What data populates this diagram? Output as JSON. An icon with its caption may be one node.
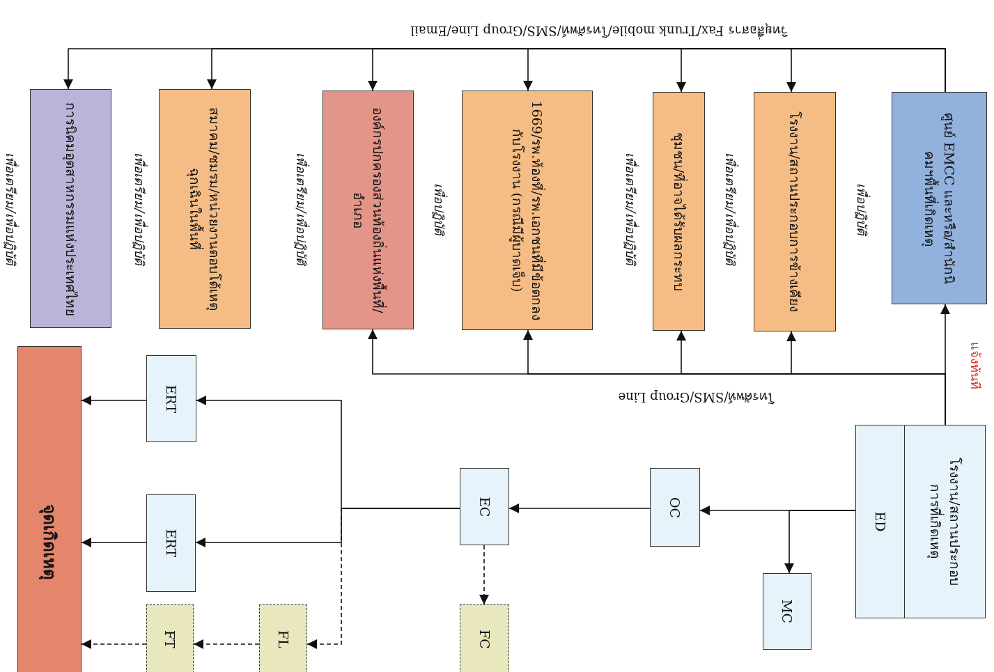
{
  "diagram": {
    "nodes": [
      {
        "text": [
          "ศูนย์ EMCC และหรือ/สำนักนิคมฯพื้นที่เกิดเหตุ"
        ],
        "beside": [
          "เพื่อปฏิบัติ"
        ]
      },
      {
        "text": [
          "โรงงาน/สถานประกอบการข้างเคียง"
        ],
        "beside": [
          "เพื่อเตรียม/เพื่อปฏิบัติ"
        ]
      },
      {
        "text": [
          "ชุมชน/ที่อาจได้รับผลกระทบ"
        ],
        "beside": [
          "เพื่อเตรียม/เพื่อปฏิบัติ"
        ]
      },
      {
        "text": [
          "1669/รพ.ท้องที่/รพ.เอกชนที่มีข้อตกลงกับโรงงาน (กรณีมีผู้บาดเจ็บ)"
        ],
        "beside": [
          "เพื่อปฏิบัติ"
        ]
      },
      {
        "text": [
          "องค์กรปกครองส่วนท้องถิ่นแห่งพื้นที่/อำเภอ"
        ],
        "beside": [
          "เพื่อเตรียม/เพื่อปฏิบัติ"
        ]
      },
      {
        "text": [
          "สมาคม/ชมรม/หน่วยงานตอบโต้เหตุฉุกเฉินในพื้นที่"
        ],
        "beside": [
          "เพื่อเตรียม/เพื่อปฏิบัติ"
        ]
      },
      {
        "text": [
          "การนิคมอุตสาหกรรมแห่งประเทศไทย"
        ],
        "beside": [
          "เพื่อเตรียม/เพื่อปฏิบัติ"
        ]
      },
      {
        "text": [
          "โรงงาน/สถานประกอบการที่เกิดเหตุ",
          "ED"
        ]
      },
      {
        "text": [
          "MC"
        ]
      },
      {
        "text": [
          "OC"
        ]
      },
      {
        "text": [
          "EC"
        ]
      },
      {
        "text": [
          "FC"
        ]
      },
      {
        "text": [
          "ERT"
        ]
      },
      {
        "text": [
          "ERT"
        ]
      },
      {
        "text": [
          "FL"
        ]
      },
      {
        "text": [
          "FT"
        ]
      },
      {
        "text": [
          "จุดเกิดเหตุ"
        ]
      }
    ],
    "edges": [
      {
        "from": 0,
        "to": 1,
        "arrow": "to"
      },
      {
        "from": 0,
        "to": 2,
        "arrow": "to"
      },
      {
        "from": 0,
        "to": 3,
        "arrow": "to"
      },
      {
        "from": 0,
        "to": 4,
        "arrow": "to"
      },
      {
        "from": 0,
        "to": 5,
        "arrow": "to"
      },
      {
        "from": 0,
        "to": 6,
        "arrow": "to"
      },
      {
        "from": 7,
        "to": 0,
        "arrow": "to",
        "label": "แจ้งทันที"
      },
      {
        "from": 7,
        "to": 1,
        "arrow": "to"
      },
      {
        "from": 7,
        "to": 2,
        "arrow": "to"
      },
      {
        "from": 7,
        "to": 3,
        "arrow": "to"
      },
      {
        "from": 7,
        "to": 4,
        "arrow": "to"
      },
      {
        "from": 7,
        "to": 8,
        "arrow": "to"
      },
      {
        "from": 7,
        "to": 9,
        "arrow": "to"
      },
      {
        "from": 9,
        "to": 10,
        "arrow": "to"
      },
      {
        "from": 10,
        "to": 11,
        "arrow": "to",
        "style": "dashed"
      },
      {
        "from": 10,
        "to": 12,
        "arrow": "to"
      },
      {
        "from": 10,
        "to": 13,
        "arrow": "to"
      },
      {
        "from": 10,
        "to": 14,
        "arrow": "to",
        "style": "dashed"
      },
      {
        "from": 12,
        "to": 16,
        "arrow": "to"
      },
      {
        "from": 13,
        "to": 16,
        "arrow": "to"
      },
      {
        "from": 14,
        "to": 15,
        "arrow": "to",
        "style": "dashed"
      },
      {
        "from": 15,
        "to": 16,
        "arrow": "to",
        "style": "dashed"
      }
    ],
    "labels": [
      "วิทยุสื่อสาร Fax/Trunk mobile/โทรศัพท์/SMS/Group Line/Email",
      "โทรศัพท์/SMS/Group Line"
    ]
  }
}
